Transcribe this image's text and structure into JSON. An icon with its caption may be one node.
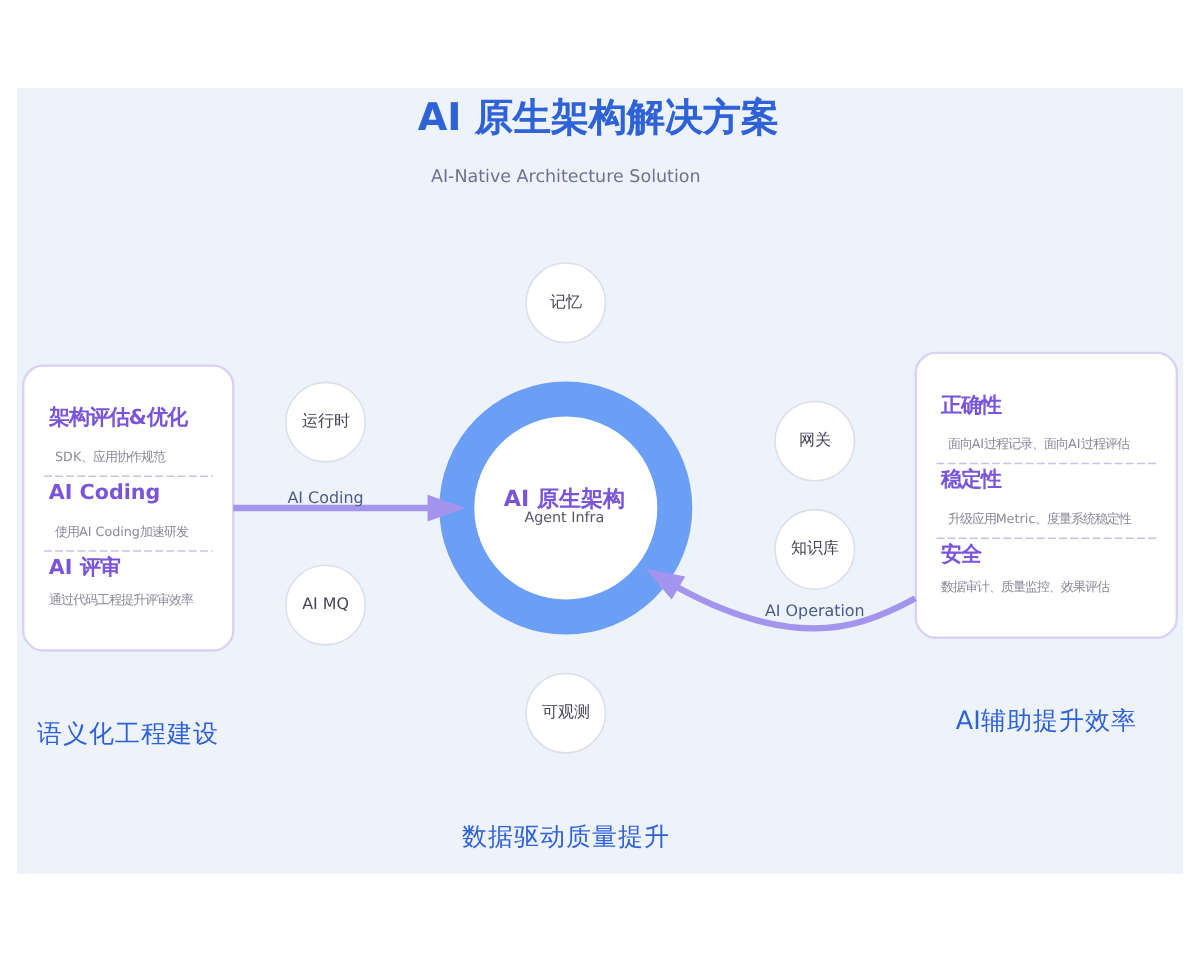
{
  "diagram": {
    "title": "AI 原生架构解决方案",
    "nodes": [
      {
        "text": [
          "架构评估&优化",
          "SDK、应用协作规范",
          "AI Coding",
          "使用AI Coding加速研发",
          "AI 评审",
          "通过代码工程提升评审效率"
        ],
        "beside": [
          "语义化工程建设"
        ]
      },
      {
        "text": [
          "记忆"
        ]
      },
      {
        "text": [
          "运行时"
        ]
      },
      {
        "text": [
          "网关"
        ]
      },
      {
        "text": [
          "AI 原生架构",
          "Agent Infra"
        ]
      },
      {
        "text": [
          "AI MQ"
        ]
      },
      {
        "text": [
          "知识库"
        ]
      },
      {
        "text": [
          "可观测"
        ]
      },
      {
        "text": [
          "正确性",
          "面向AI过程记录、面向AI过程评估",
          "稳定性",
          "升级应用Metric、度量系统稳定性",
          "安全",
          "数据审计、质量监控、效果评估"
        ],
        "beside": [
          "AI辅助提升效率"
        ]
      }
    ],
    "edges": [
      {
        "from": 0,
        "to": 4,
        "label": "AI Coding",
        "arrow": "to"
      },
      {
        "from": 8,
        "to": 4,
        "label": "AI Operation",
        "arrow": "to"
      }
    ],
    "labels": [
      "AI-Native Architecture Solution",
      "数据驱动质量提升"
    ]
  }
}
